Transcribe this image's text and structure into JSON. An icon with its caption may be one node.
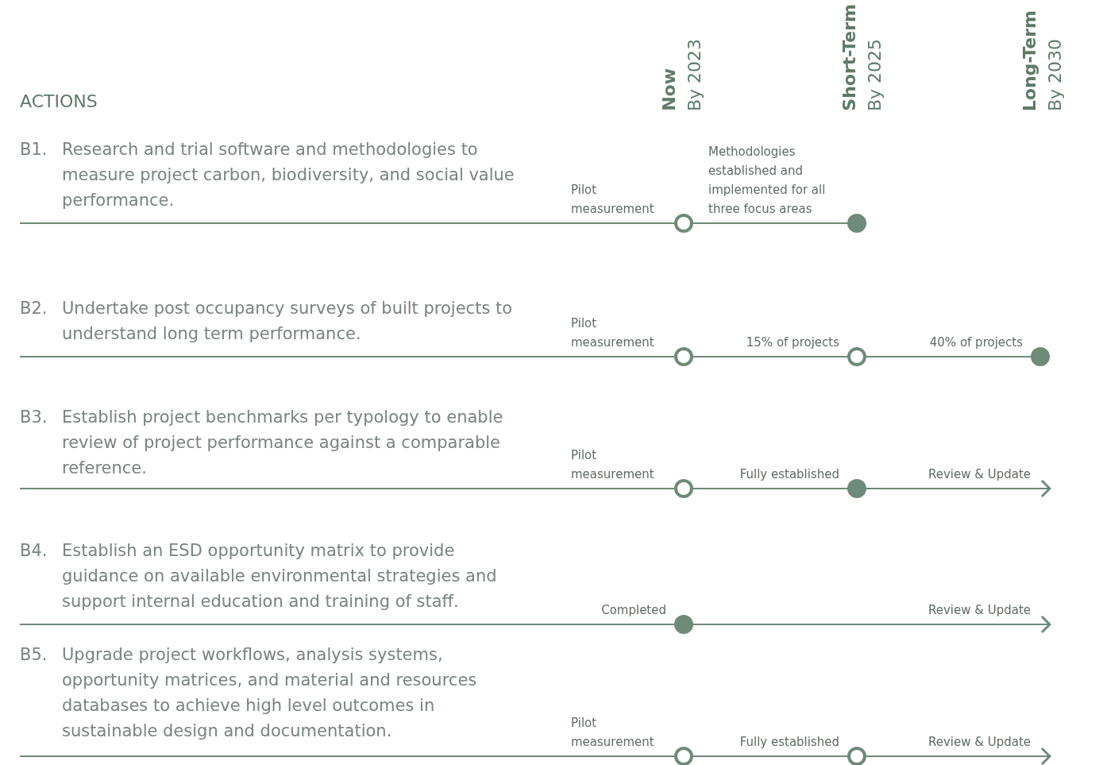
{
  "diagram": {
    "nodes": [
      {
        "text": [],
        "shape": "ring",
        "beside": [
          "Pilot measurement"
        ]
      },
      {
        "text": [],
        "shape": "circle",
        "beside": [
          "Methodologies established and implemented for all three focus areas"
        ]
      },
      {
        "text": [],
        "shape": "ring",
        "beside": [
          "Pilot measurement"
        ]
      },
      {
        "text": [],
        "shape": "ring",
        "beside": [
          "15% of projects"
        ]
      },
      {
        "text": [],
        "shape": "circle",
        "beside": [
          "40% of projects"
        ]
      },
      {
        "text": [],
        "shape": "ring",
        "beside": [
          "Pilot measurement"
        ]
      },
      {
        "text": [],
        "shape": "circle",
        "beside": [
          "Fully established"
        ]
      },
      {
        "text": [],
        "shape": "circle",
        "beside": [
          "Completed"
        ]
      },
      {
        "text": [],
        "shape": "ring",
        "beside": [
          "Pilot measurement"
        ]
      },
      {
        "text": [],
        "shape": "ring",
        "beside": [
          "Fully established"
        ]
      }
    ],
    "edges": [
      {
        "from": null,
        "to": 0,
        "arrow": "none"
      },
      {
        "from": 0,
        "to": 1,
        "arrow": "none"
      },
      {
        "from": null,
        "to": 2,
        "arrow": "none"
      },
      {
        "from": 2,
        "to": 3,
        "arrow": "none"
      },
      {
        "from": 3,
        "to": 4,
        "arrow": "none"
      },
      {
        "from": null,
        "to": 5,
        "arrow": "none"
      },
      {
        "from": 5,
        "to": 6,
        "arrow": "none"
      },
      {
        "from": 6,
        "to": null,
        "arrow": "to",
        "label": "Review & Update"
      },
      {
        "from": null,
        "to": 7,
        "arrow": "none"
      },
      {
        "from": 7,
        "to": null,
        "arrow": "to",
        "label": "Review & Update"
      },
      {
        "from": null,
        "to": 8,
        "arrow": "none"
      },
      {
        "from": 8,
        "to": 9,
        "arrow": "none"
      },
      {
        "from": 9,
        "to": null,
        "arrow": "to",
        "label": "Review & Update"
      }
    ],
    "labels": [
      "ACTIONS",
      "Now",
      "By 2023",
      "Short-Term",
      "By 2025",
      "Long-Term",
      "By 2030",
      "B1.",
      "Research and trial software and methodologies to measure project carbon, biodiversity, and social value performance.",
      "B2.",
      "Undertake post occupancy surveys of built projects to understand long term performance.",
      "B3.",
      "Establish project benchmarks per typology to enable review of project performance against a comparable reference.",
      "B4.",
      "Establish an ESD opportunity matrix to provide guidance on available environmental strategies and support internal education and training of staff.",
      "B5.",
      "Upgrade project workflows, analysis systems, opportunity matrices, and material and resources databases to achieve high level outcomes in sustainable design and documentation."
    ]
  }
}
